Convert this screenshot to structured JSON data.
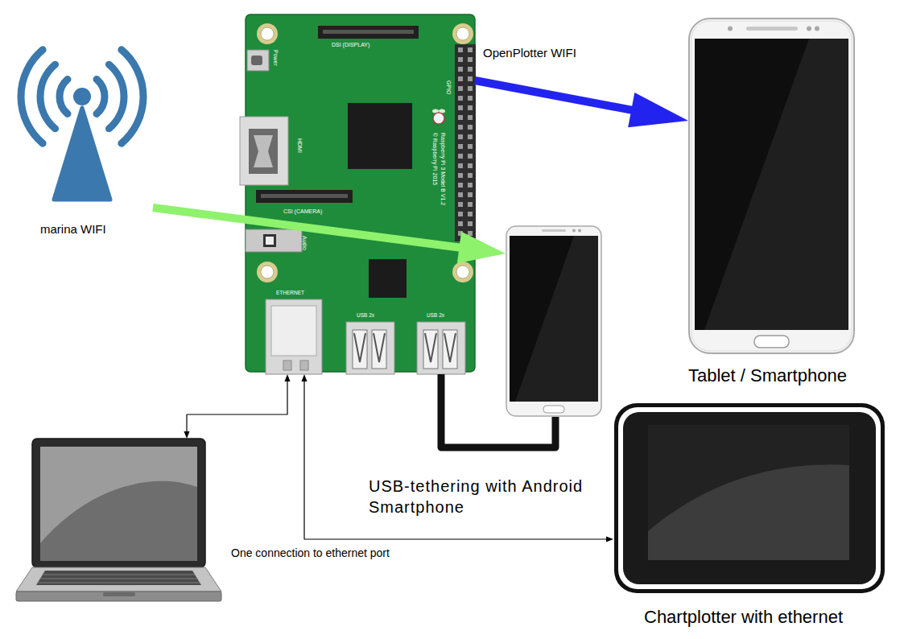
{
  "diagram": {
    "nodes": [
      {
        "text": [
          "DSI (DISPLAY)",
          "Power",
          "GPIO",
          "HDMI",
          "Raspberry Pi 3 Model B V1.2",
          "© Raspberry Pi 2015",
          "CSI (CAMERA)",
          "Audio",
          "ETHERNET",
          "USB 2x",
          "USB 2x"
        ]
      },
      {
        "text": [
          "Tablet / Smartphone"
        ]
      },
      {
        "text": [
          "marina WIFI"
        ]
      },
      {
        "text": [
          "USB-tethering with Android Smartphone"
        ]
      },
      {
        "text": []
      },
      {
        "text": [
          "Chartplotter with ethernet"
        ]
      }
    ],
    "edges": [
      {
        "from": 0,
        "to": 1,
        "arrow": "to",
        "label": "OpenPlotter WIFI"
      },
      {
        "from": 2,
        "to": 3,
        "arrow": "to"
      },
      {
        "from": 0,
        "to": 3,
        "arrow": "none"
      },
      {
        "from": 0,
        "to": 4,
        "arrow": "both"
      },
      {
        "from": 0,
        "to": 5,
        "arrow": "both"
      }
    ],
    "labels": [
      "One connection to ethernet port"
    ]
  }
}
